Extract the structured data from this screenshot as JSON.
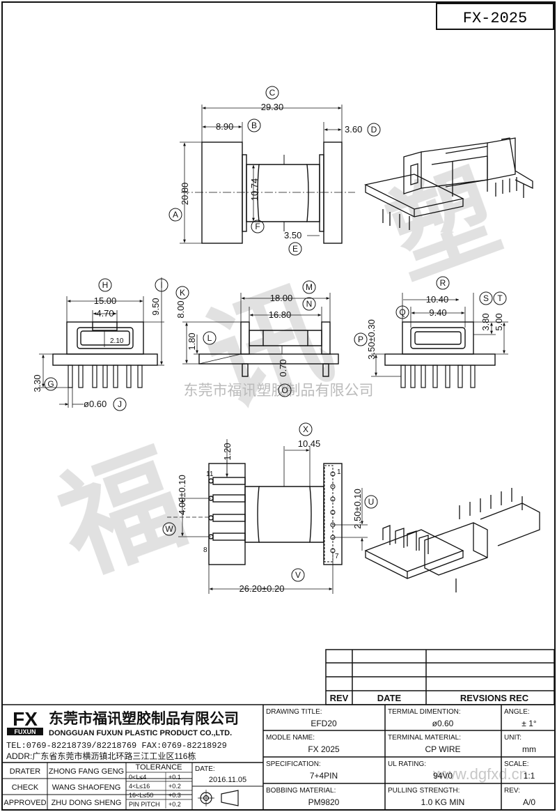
{
  "part_number": "FX-2025",
  "watermark_company": "东莞市福讯塑胶制品有限公司",
  "watermark_site": "www.dgfxd.cn",
  "top_view": {
    "C": {
      "label": "C",
      "value": "29.30"
    },
    "B": {
      "label": "B",
      "value": "8.90"
    },
    "D": {
      "label": "D",
      "value": "3.60"
    },
    "A": {
      "label": "A",
      "value": "20.80"
    },
    "F": {
      "label": "F",
      "value": "10.74"
    },
    "E": {
      "label": "E",
      "value": "3.50"
    }
  },
  "front_view": {
    "H": {
      "label": "H",
      "value": "15.00"
    },
    "J_inner": {
      "value": "4.70"
    },
    "inner_small": {
      "value": "2.10"
    },
    "I": {
      "label": "I",
      "value": "9.50"
    },
    "G": {
      "label": "G",
      "value": "3.30"
    },
    "J": {
      "label": "J",
      "value": "ø0.60"
    }
  },
  "side_view": {
    "K": {
      "label": "K",
      "value": "8.00"
    },
    "M": {
      "label": "M",
      "value": "18.00"
    },
    "N": {
      "label": "N",
      "value": "16.80"
    },
    "L": {
      "label": "L",
      "value": "1.80"
    },
    "O": {
      "label": "O",
      "value": "0.70"
    }
  },
  "end_view": {
    "R": {
      "label": "R",
      "value": "10.40"
    },
    "Q": {
      "label": "Q",
      "value": "9.40"
    },
    "S": {
      "label": "S",
      "value": "3.80"
    },
    "T": {
      "label": "T",
      "value": "5.00"
    },
    "P": {
      "label": "P",
      "value": "3.50±0.30"
    }
  },
  "bottom_view": {
    "X": {
      "label": "X",
      "value": "10.45"
    },
    "pin_w": {
      "value": "1.20"
    },
    "W": {
      "label": "W",
      "value": "4.00±0.10"
    },
    "U": {
      "label": "U",
      "value": "2.50±0.10"
    },
    "V": {
      "label": "V",
      "value": "26.20±0.20"
    },
    "pin_labels": {
      "p11": "11",
      "p8": "8",
      "p1": "1",
      "p7": "7"
    }
  },
  "revision_table": {
    "headers": {
      "rev": "REV",
      "date": "DATE",
      "revisions": "REVSIONS REC"
    }
  },
  "title_block": {
    "logo": "FX",
    "logo_sub": "FUXUN",
    "company_cn": "东莞市福讯塑胶制品有限公司",
    "company_en": "DONGGUAN FUXUN PLASTIC PRODUCT CO.,LTD.",
    "tel": "TEL:0769-82218739/82218769 FAX:0769-82218929",
    "addr": "ADDR:广东省东莞市横沥镇北环路三江工业区116栋",
    "drater_label": "DRATER",
    "drater": "ZHONG FANG GENG",
    "check_label": "CHECK",
    "check": "WANG SHAOFENG",
    "approved_label": "APPROVED",
    "approved": "ZHU DONG SHENG",
    "tolerance_label": "TOLERANCE",
    "tol_rows": [
      {
        "range": "0<L≤4",
        "tol": "+0.1"
      },
      {
        "range": "4<L≤16",
        "tol": "+0.2"
      },
      {
        "range": "16<L≤50",
        "tol": "+0.3"
      },
      {
        "range": "PIN PITCH",
        "tol": "+0.2"
      }
    ],
    "date_label": "DATE:",
    "date": "2016.11.05",
    "drawing_title_label": "DRAWING TITLE:",
    "drawing_title": "EFD20",
    "model_label": "MODLE NAME:",
    "model": "FX 2025",
    "spec_label": "SPECIFICATION:",
    "spec": "7+4PIN",
    "bobbin_label": "BOBBING MATERIAL:",
    "bobbin": "PM9820",
    "term_dim_label": "TERMIAL DIMENTION:",
    "term_dim": "ø0.60",
    "term_mat_label": "TERMINAL MATERIAL:",
    "term_mat": "CP WIRE",
    "ul_label": "UL RATING:",
    "ul": "94V0",
    "pull_label": "PULLING STRENGTH:",
    "pull": "1.0 KG MIN",
    "angle_label": "ANGLE:",
    "angle": "± 1°",
    "unit_label": "UNIT:",
    "unit": "mm",
    "scale_label": "SCALE:",
    "scale": "1:1",
    "rev_label": "REV:",
    "rev": "A/0"
  }
}
